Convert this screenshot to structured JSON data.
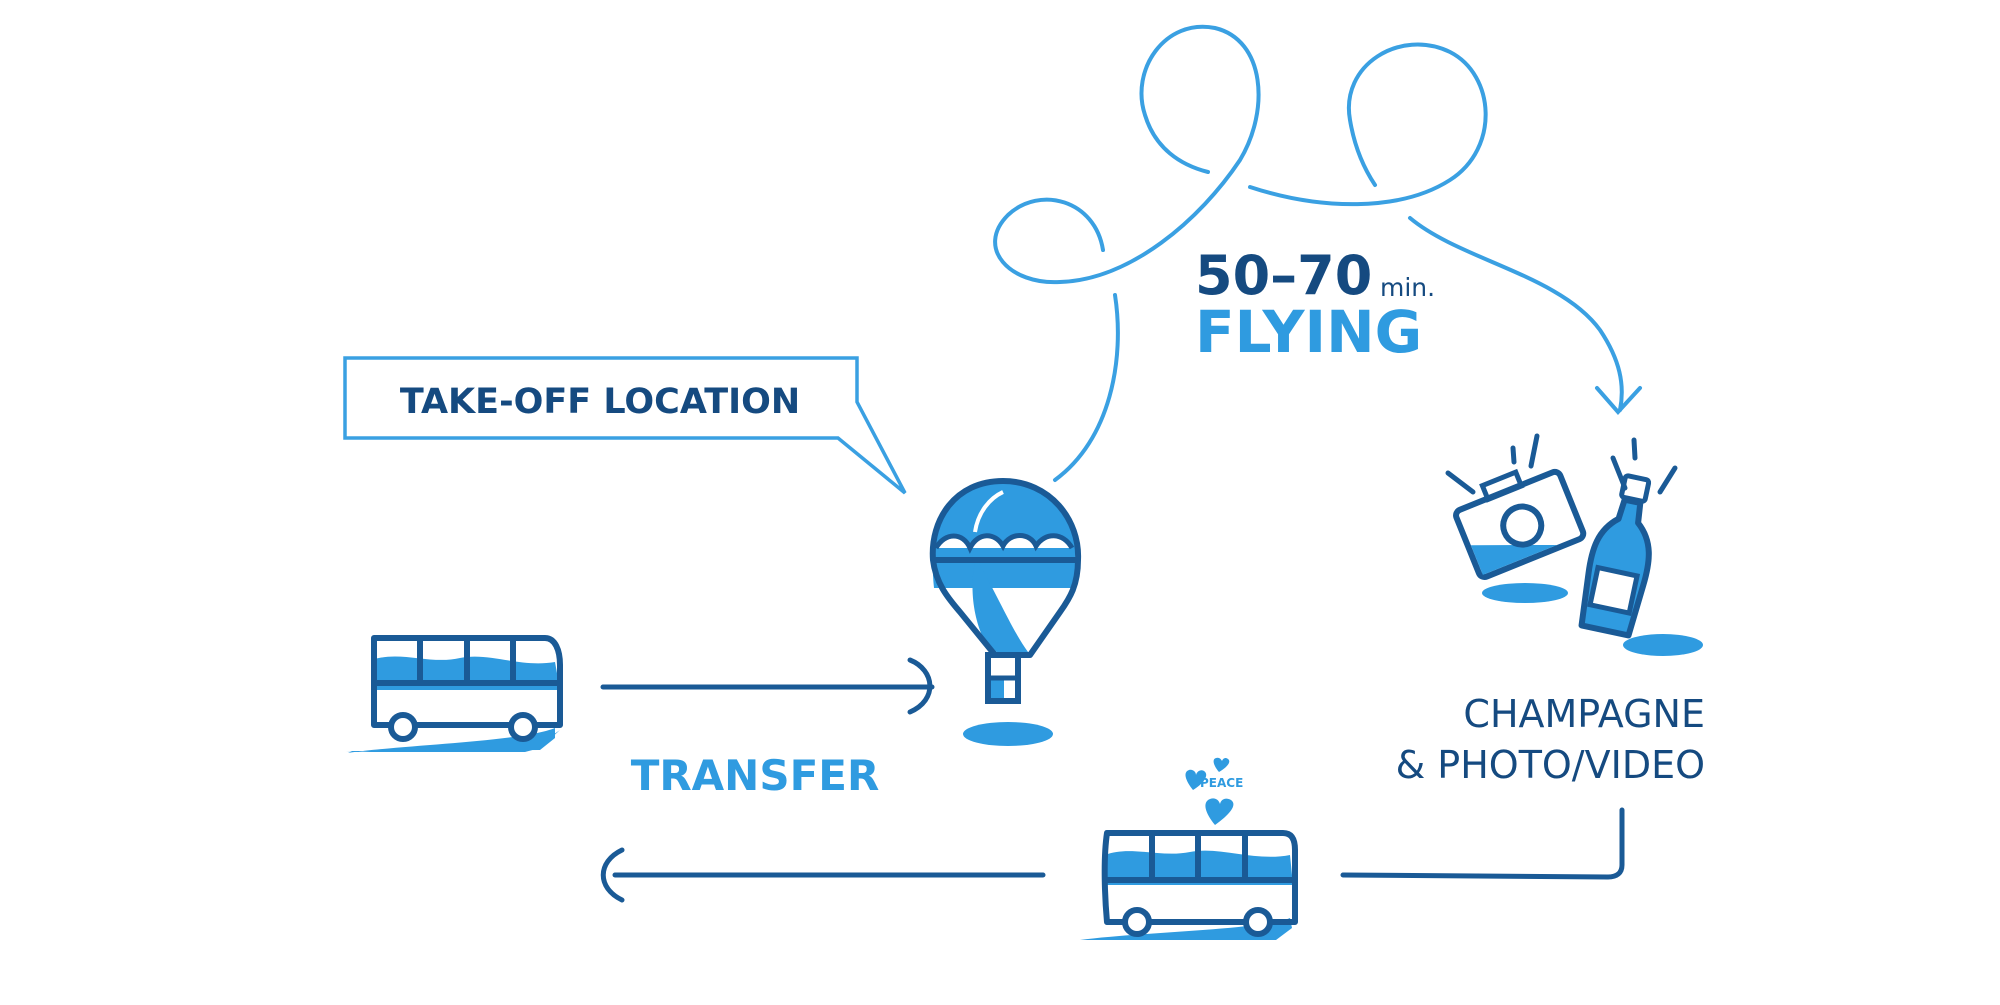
{
  "colors": {
    "dark": "#1a5a96",
    "navy": "#154a80",
    "light": "#2f9be0",
    "line": "#2d6fa3",
    "curl": "#3aa0e2",
    "white": "#ffffff"
  },
  "callout": {
    "label": "TAKE-OFF LOCATION"
  },
  "flight": {
    "duration": "50–70",
    "unit": "min.",
    "label": "FLYING"
  },
  "transfer": {
    "label": "TRANSFER"
  },
  "celebration": {
    "line1": "CHAMPAGNE",
    "line2": "& PHOTO/VIDEO"
  },
  "sticker": {
    "text": "PEACE"
  },
  "icons": {
    "bus_start": "bus-icon",
    "balloon": "hot-air-balloon-icon",
    "camera": "camera-icon",
    "bottle": "champagne-bottle-icon",
    "bus_return": "bus-icon",
    "hearts": "heart-icon"
  }
}
